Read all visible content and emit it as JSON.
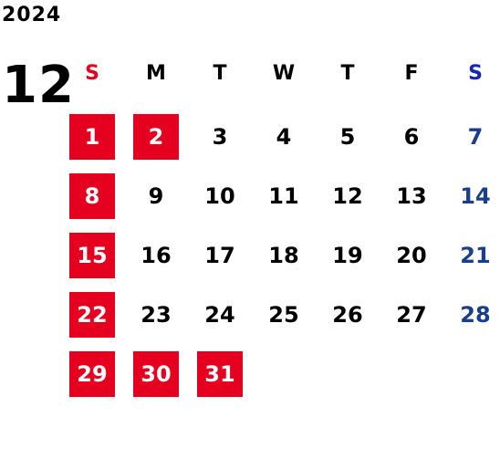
{
  "calendar": {
    "year": "2024",
    "month": "12",
    "weekdays": [
      "S",
      "M",
      "T",
      "W",
      "T",
      "F",
      "S"
    ],
    "weekday_colors": {
      "sunday": "#e60020",
      "weekday": "#000000",
      "saturday": "#1428b4"
    },
    "holiday_fill": "#e60020",
    "saturday_date_color": "#1a3e8e",
    "weeks": [
      [
        {
          "day": "1",
          "type": "holiday"
        },
        {
          "day": "2",
          "type": "holiday"
        },
        {
          "day": "3",
          "type": "weekday"
        },
        {
          "day": "4",
          "type": "weekday"
        },
        {
          "day": "5",
          "type": "weekday"
        },
        {
          "day": "6",
          "type": "weekday"
        },
        {
          "day": "7",
          "type": "saturday"
        }
      ],
      [
        {
          "day": "8",
          "type": "holiday"
        },
        {
          "day": "9",
          "type": "weekday"
        },
        {
          "day": "10",
          "type": "weekday"
        },
        {
          "day": "11",
          "type": "weekday"
        },
        {
          "day": "12",
          "type": "weekday"
        },
        {
          "day": "13",
          "type": "weekday"
        },
        {
          "day": "14",
          "type": "saturday"
        }
      ],
      [
        {
          "day": "15",
          "type": "holiday"
        },
        {
          "day": "16",
          "type": "weekday"
        },
        {
          "day": "17",
          "type": "weekday"
        },
        {
          "day": "18",
          "type": "weekday"
        },
        {
          "day": "19",
          "type": "weekday"
        },
        {
          "day": "20",
          "type": "weekday"
        },
        {
          "day": "21",
          "type": "saturday"
        }
      ],
      [
        {
          "day": "22",
          "type": "holiday"
        },
        {
          "day": "23",
          "type": "weekday"
        },
        {
          "day": "24",
          "type": "weekday"
        },
        {
          "day": "25",
          "type": "weekday"
        },
        {
          "day": "26",
          "type": "weekday"
        },
        {
          "day": "27",
          "type": "weekday"
        },
        {
          "day": "28",
          "type": "saturday"
        }
      ],
      [
        {
          "day": "29",
          "type": "holiday"
        },
        {
          "day": "30",
          "type": "holiday"
        },
        {
          "day": "31",
          "type": "holiday"
        }
      ]
    ]
  }
}
